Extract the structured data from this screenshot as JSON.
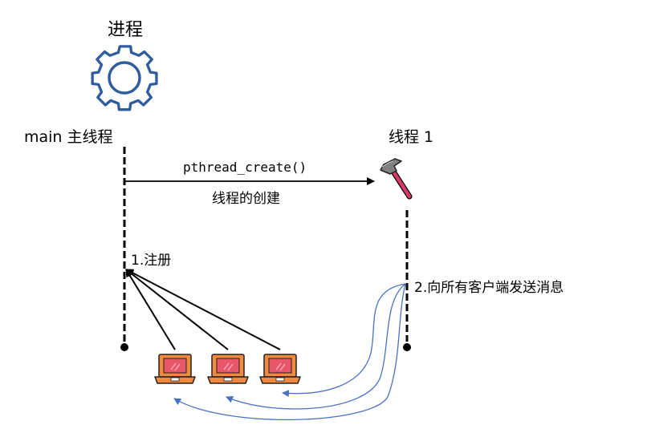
{
  "process_label": "进程",
  "main_thread_label": "main 主线程",
  "thread1_label": "线程 1",
  "create_call": "pthread_create()",
  "create_caption": "线程的创建",
  "register_label": "1.注册",
  "broadcast_label": "2.向所有客户端发送消息",
  "icons": {
    "process": "gear-icon",
    "thread": "hammer-icon",
    "client": "laptop-icon"
  },
  "colors": {
    "gear": "#2f5c9f",
    "broadcast_arrow": "#4a72c4",
    "laptop_body": "#f08a3c",
    "laptop_screen": "#e8566a",
    "hammer_handle": "#d63a6a"
  }
}
